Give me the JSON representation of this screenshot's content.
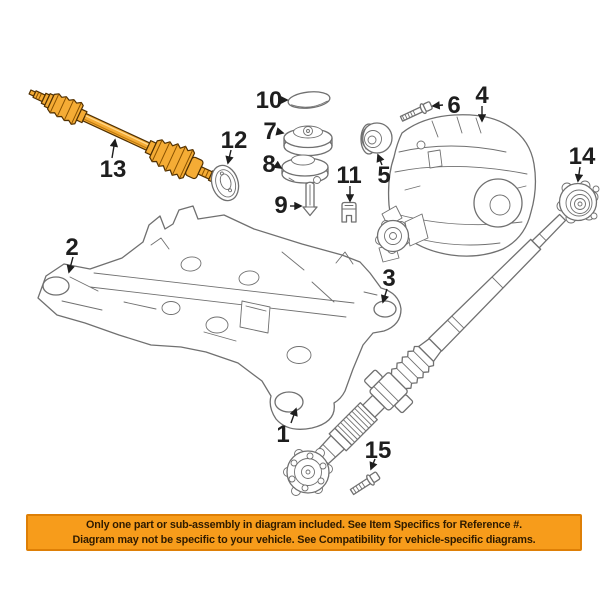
{
  "banner": {
    "line1": "Only one part or sub-assembly in diagram included. See Item Specifics for Reference #.",
    "line2": "Diagram may not be specific to your vehicle. See Compatibility for vehicle-specific diagrams."
  },
  "colors": {
    "background": "#FFFFFF",
    "banner_background": "#F79C1B",
    "banner_border": "#DE7F06",
    "banner_text": "#2F1B00",
    "diagram_line": "#707070",
    "label_text": "#1E1E1E",
    "highlight_part": "#F5AC35",
    "highlight_outline": "#4F3003"
  },
  "diagram": {
    "labels": {
      "n1": "1",
      "n2": "2",
      "n3": "3",
      "n4": "4",
      "n5": "5",
      "n6": "6",
      "n7": "7",
      "n8": "8",
      "n9": "9",
      "n10": "10",
      "n11": "11",
      "n12": "12",
      "n13": "13",
      "n14": "14",
      "n15": "15"
    }
  }
}
